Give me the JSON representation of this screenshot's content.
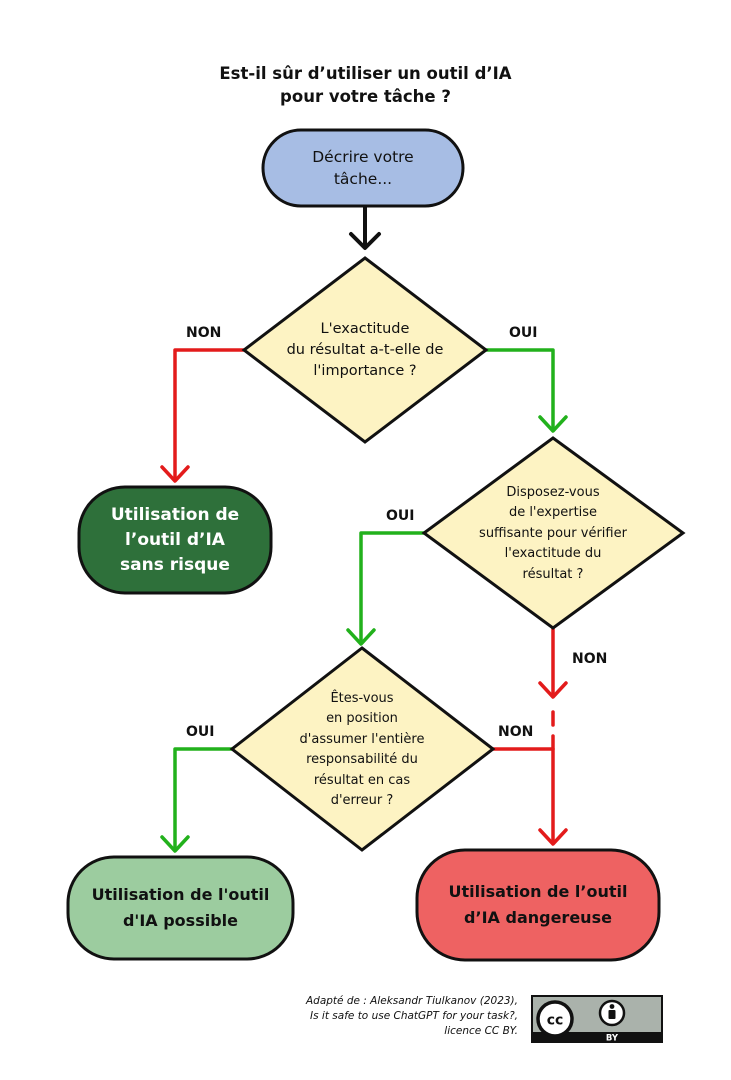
{
  "title": {
    "line1": "Est-il sûr d’utiliser un outil d’IA",
    "line2": "pour votre tâche ?"
  },
  "nodes": {
    "start": "Décrire votre\ntâche...",
    "q1": "L'exactitude\ndu résultat a-t-elle de\nl'importance ?",
    "safe": "Utilisation de\nl’outil d’IA\nsans risque",
    "q2": "Disposez-vous\nde l'expertise\nsuffisante pour vérifier\nl'exactitude du\nrésultat ?",
    "q3": "Êtes-vous\nen position\nd'assumer l'entière\nresponsabilité du\nrésultat en cas\nd'erreur ?",
    "possible": "Utilisation de l'outil\nd'IA possible",
    "dangerous": "Utilisation de l’outil\nd’IA dangereuse"
  },
  "labels": {
    "q1_no": "NON",
    "q1_yes": "OUI",
    "q2_yes": "OUI",
    "q2_no": "NON",
    "q3_yes": "OUI",
    "q3_no": "NON"
  },
  "credit": "Adapté de : Aleksandr Tiulkanov (2023),\nIs it safe to use ChatGPT for your task?,\nlicence CC BY.",
  "license_badge": {
    "cc": "cc",
    "by": "BY"
  },
  "colors": {
    "start_fill": "#a7bde4",
    "decision_fill": "#fdf3c3",
    "safe_fill": "#2e703a",
    "possible_fill": "#9ccc9f",
    "dangerous_fill": "#ee6262",
    "yes_arrow": "#22b11c",
    "no_arrow": "#e31b1b",
    "neutral_arrow": "#111111"
  }
}
